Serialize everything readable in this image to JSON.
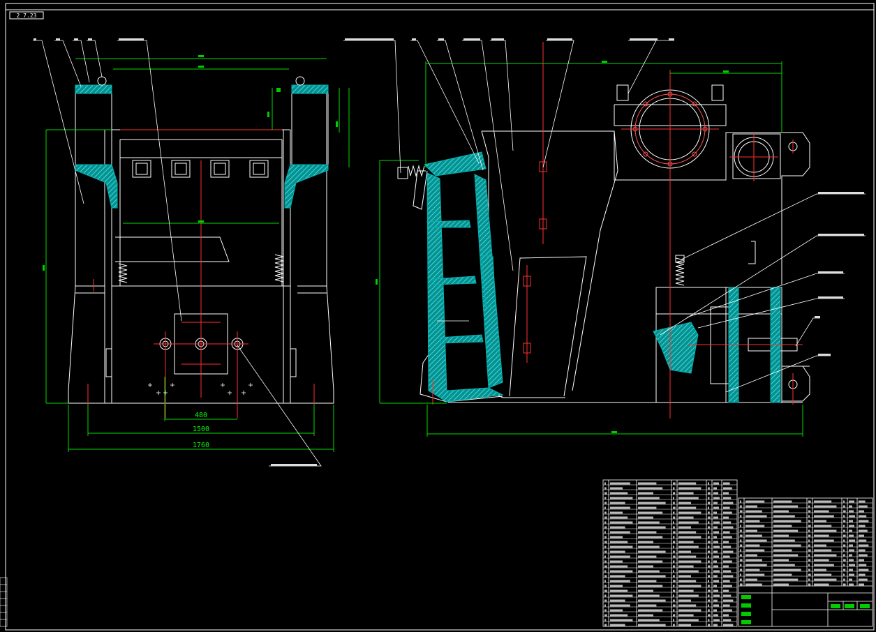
{
  "sheet": {
    "corner_tag": "2 7.23"
  },
  "front_view": {
    "dimensions": {
      "bolt_spacing": "480",
      "anchor_spacing": "1500",
      "overall_width": "1760"
    }
  },
  "colors": {
    "background": "#000000",
    "outline": "#ffffff",
    "dimension": "#00ff00",
    "centerline": "#ff0000",
    "section_fill": "#00b3b3",
    "frame": "#ffffff"
  }
}
